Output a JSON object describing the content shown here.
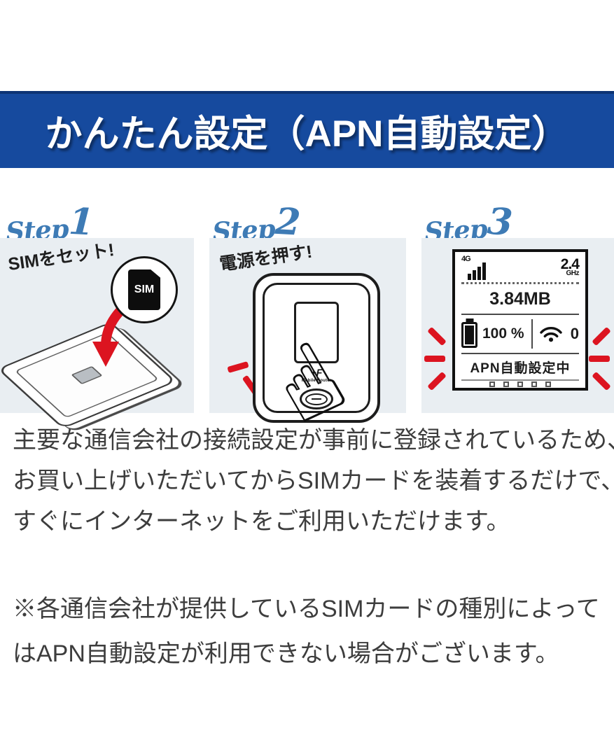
{
  "banner": {
    "title": "かんたん設定（APN自動設定）"
  },
  "steps": [
    {
      "label_prefix": "Step",
      "label_number": "1",
      "instruction": "SIMをセット!",
      "sim_label": "SIM"
    },
    {
      "label_prefix": "Step",
      "label_number": "2",
      "instruction": "電源を押す!",
      "device_logo": "+F",
      "device_logo_sub": "Mobile Router"
    },
    {
      "label_prefix": "Step",
      "label_number": "3",
      "screen": {
        "network": "4G",
        "band_value": "2.4",
        "band_unit": "GHz",
        "data_usage": "3.84MB",
        "battery_percent": "100 %",
        "wifi_count": "0",
        "status": "APN自動設定中"
      }
    }
  ],
  "description": {
    "line1": "主要な通信会社の接続設定が事前に登録されているため、",
    "line2": "お買い上げいただいてからSIMカードを装着するだけで、",
    "line3": "すぐにインターネットをご利用いただけます。"
  },
  "note": {
    "line1": "※各通信会社が提供しているSIMカードの種別によって",
    "line2": "はAPN自動設定が利用できない場合がございます。"
  },
  "icons": {
    "hand_pointer": "☝"
  },
  "colors": {
    "banner_blue": "#164a9e",
    "step_blue": "#3e7bb5",
    "panel_bg": "#e9eef2",
    "accent_red": "#dc1420"
  }
}
